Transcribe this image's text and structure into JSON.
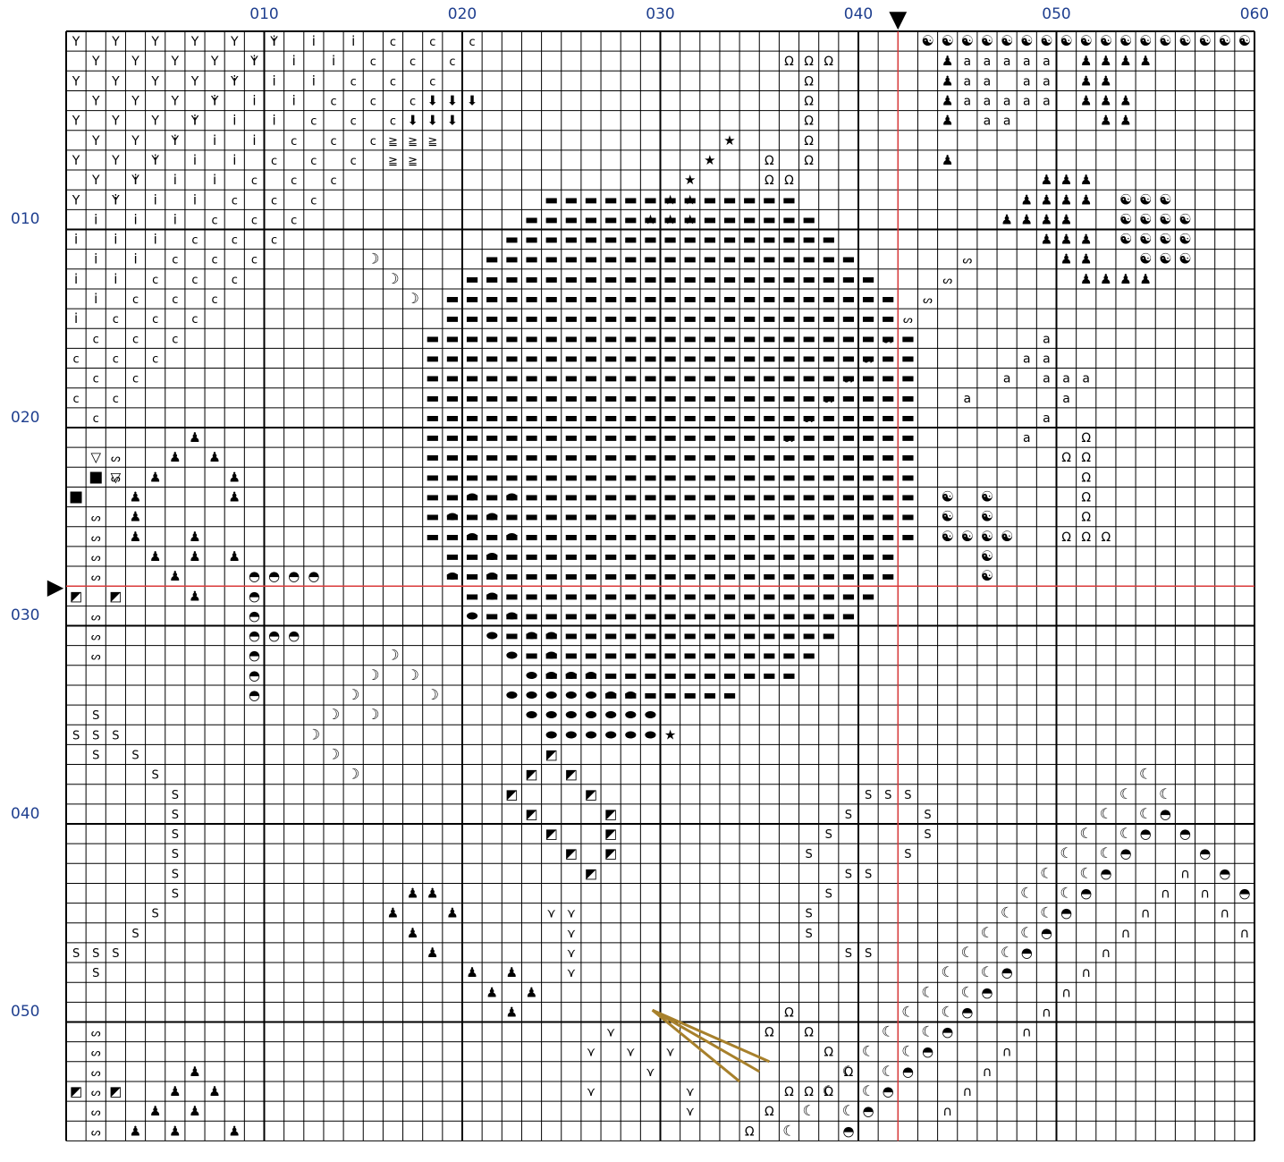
{
  "pattern": {
    "columns_shown": 60,
    "rows_shown": 56,
    "column_numbers": [
      "010",
      "020",
      "030",
      "040",
      "050",
      "060"
    ],
    "row_numbers": [
      "010",
      "020",
      "030",
      "040",
      "050"
    ],
    "center_column_marker": "▼",
    "center_row_marker": "▶",
    "center_line_color": "#d93a3a",
    "number_color": "#1f3f8f",
    "grid_color": "#000000",
    "stitch_line_color": "#a7802b"
  },
  "legend_symbols": {
    "y": "Y",
    "i": "i",
    "c": "c",
    "dash": "▬",
    "pawn": "♟",
    "drop": "⬬",
    "moon": "☾",
    "half": "◓",
    "yin": "☯",
    "star": "★",
    "omega": "Ω",
    "arch": "∩",
    "a": "a",
    "s": "S",
    "zz": "ᔕ",
    "v": "⋎",
    "slash": "◩",
    "tri": "▽",
    "sq": "■",
    "arrow": "⬇",
    "w": "≧",
    "d": "◗",
    "crescent": "☽"
  }
}
